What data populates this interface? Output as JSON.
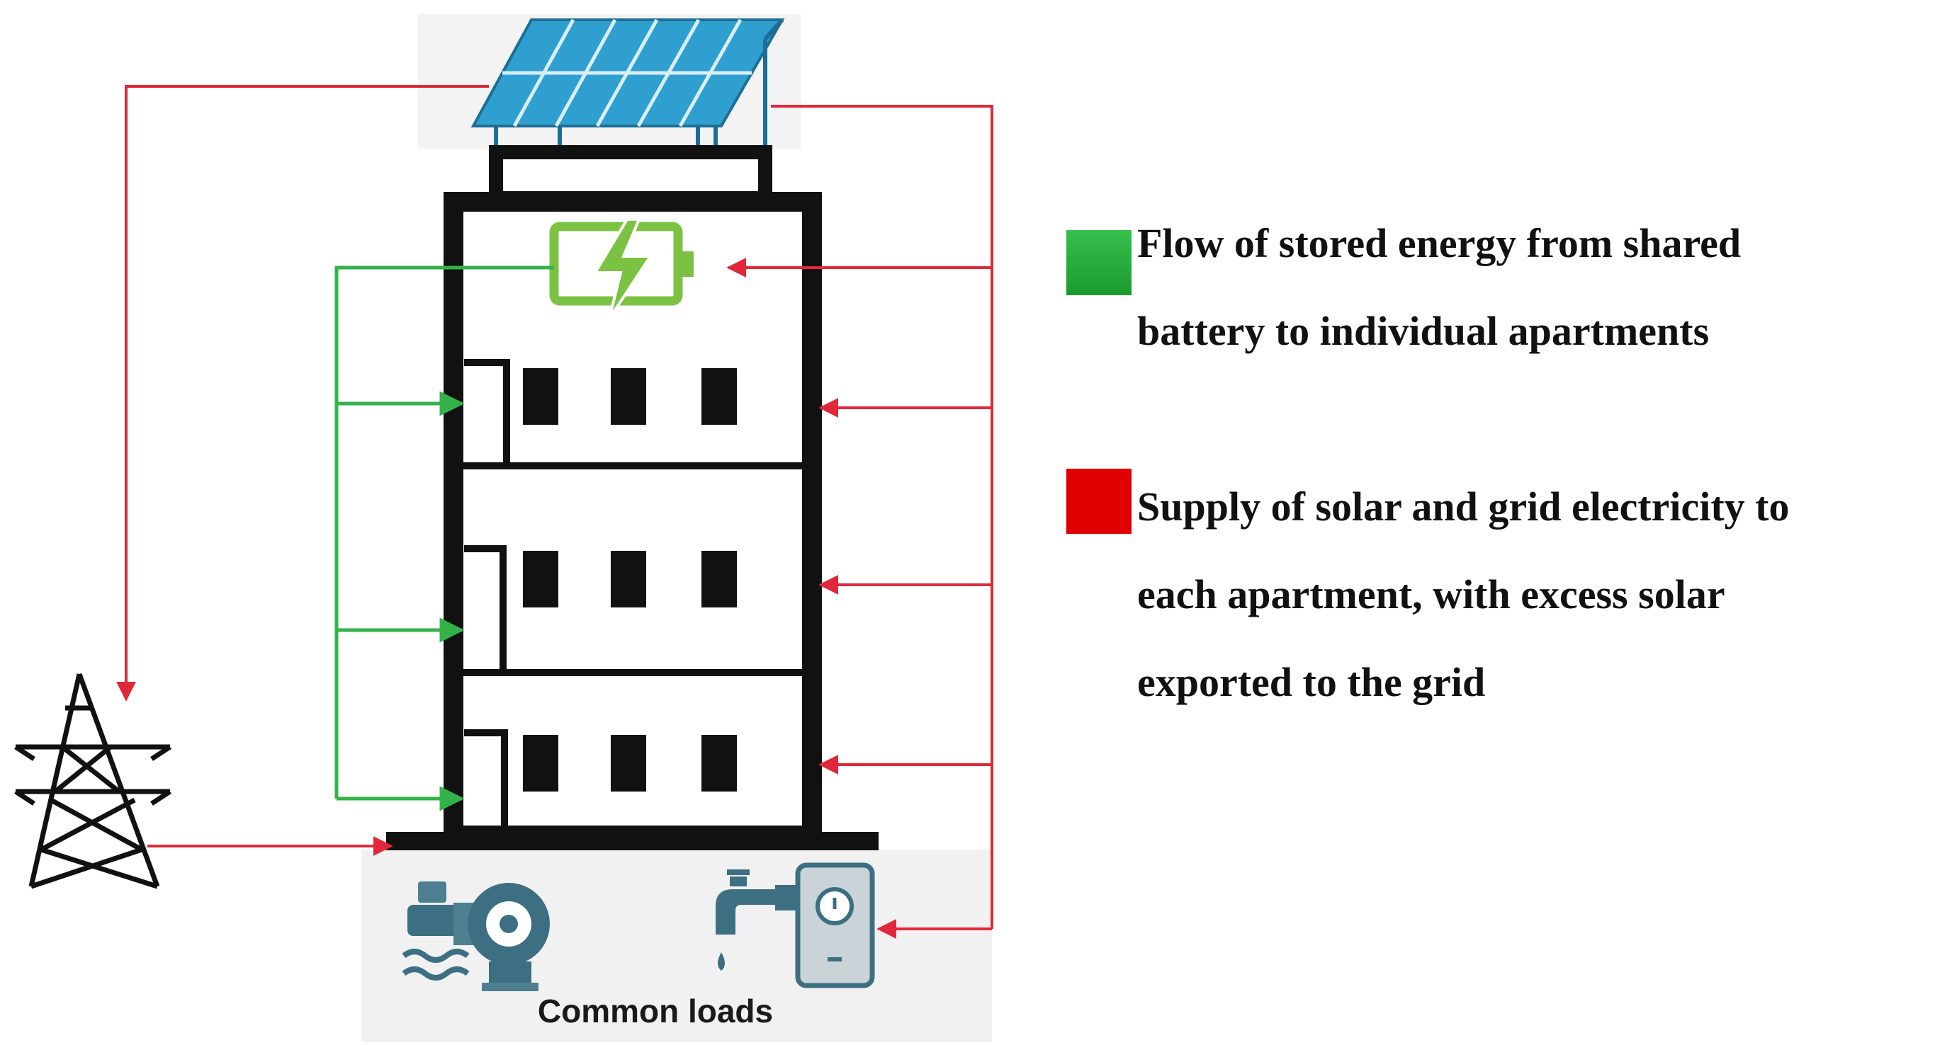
{
  "legend": {
    "green": {
      "color": "#1a9a2e",
      "lines": [
        "Flow of stored energy from shared",
        "battery to individual apartments"
      ]
    },
    "red": {
      "color": "#e00000",
      "lines": [
        "Supply of solar and grid electricity to",
        "each apartment, with excess solar",
        "exported to the grid"
      ]
    }
  },
  "labels": {
    "common_loads": "Common loads"
  },
  "colors": {
    "flow_green": "#33b24a",
    "flow_red": "#e0283a",
    "solar_panel": "#2f9fd0",
    "battery": "#7cc242",
    "building": "#111111",
    "load_icon": "#3d6f82",
    "pylon": "#111111"
  },
  "icons": {
    "solar": "solar-panel-icon",
    "battery": "battery-charging-icon",
    "grid": "transmission-tower-icon",
    "pump": "water-pump-icon",
    "heater": "water-heater-icon"
  }
}
